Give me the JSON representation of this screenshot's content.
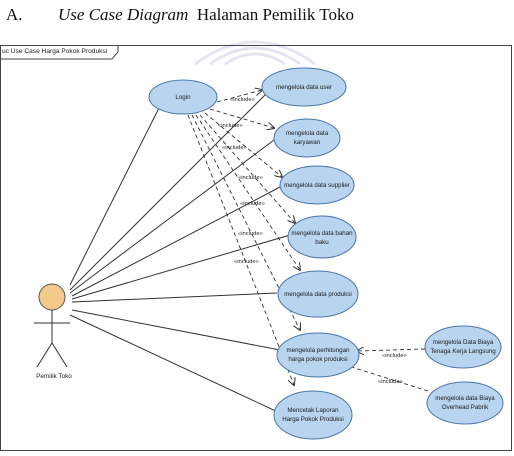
{
  "heading": {
    "number": "A.",
    "title_italic": "Use Case Diagram",
    "title_rest": "Halaman Pemilik Toko"
  },
  "diagram": {
    "frame_label": "uc Use Case Harga Pokok Produksi",
    "actor": {
      "name": "Pemilik Toko"
    },
    "use_cases": {
      "login": "Login",
      "user": "mengelola data user",
      "karyawan": [
        "mengelola data",
        "karyawan"
      ],
      "supplier": "mengelola data supplier",
      "bahan": [
        "mengelola data bahan",
        "baku"
      ],
      "produksi": "mengelola data produksi",
      "hpp": [
        "mengelola perhitungan",
        "harga pokok produksi"
      ],
      "laporan": [
        "Mencetak Laporan",
        "Harga Pokok Produksi"
      ],
      "btkl": [
        "mengelola Data Biaya",
        "Tenaga Kerja Langsung"
      ],
      "bop": [
        "mengelola data Biaya",
        "Overhead Pabrik"
      ]
    },
    "include_label": "«include»",
    "colors": {
      "usecase_fill": "#b8d4ef",
      "usecase_stroke": "#4a76a8",
      "actor_fill": "#f3c98b",
      "line": "#333333"
    }
  }
}
